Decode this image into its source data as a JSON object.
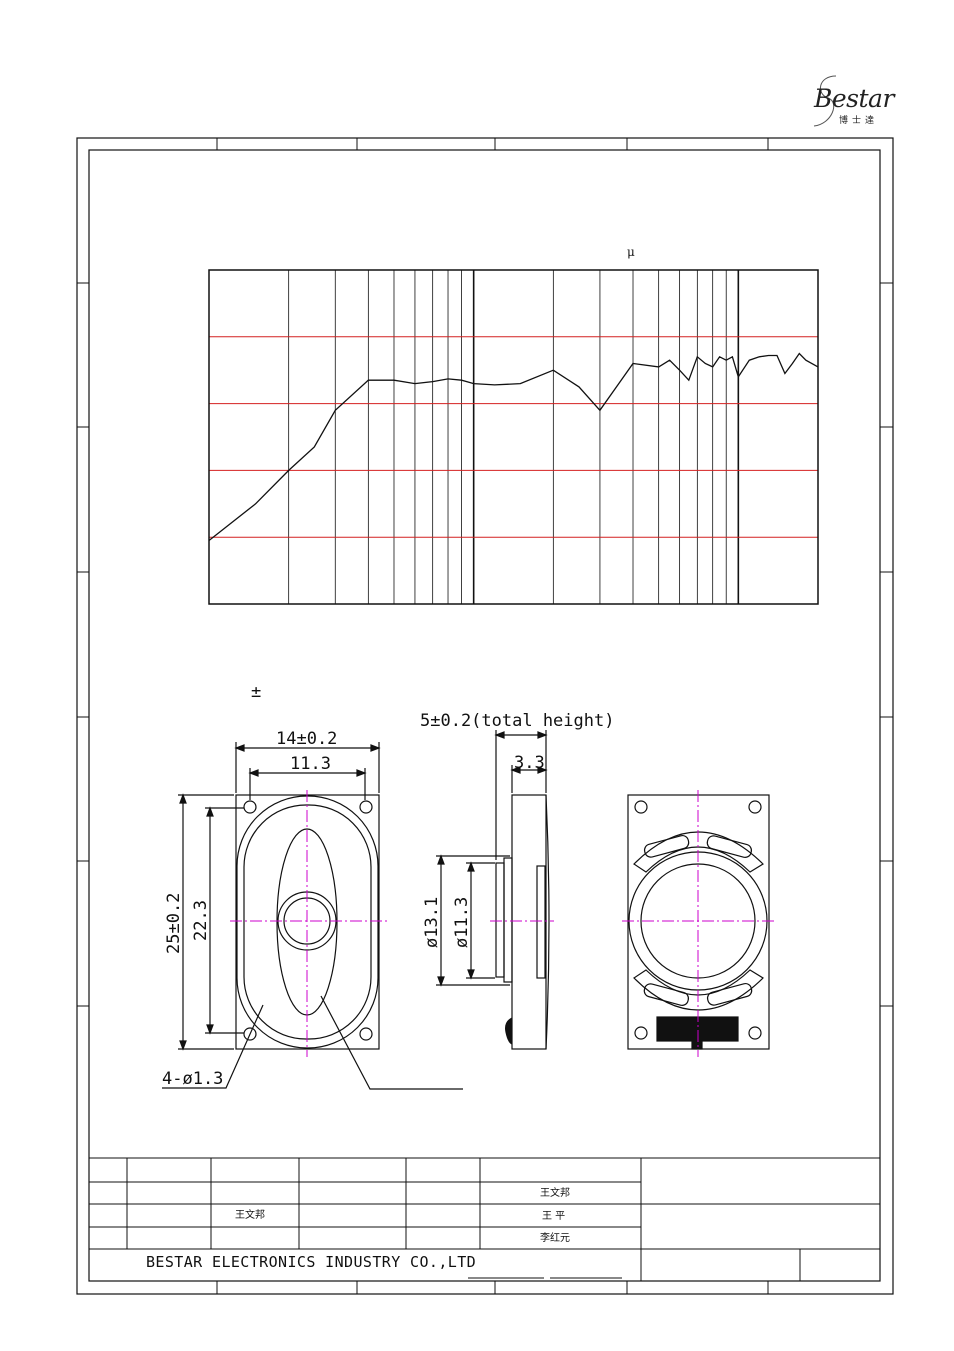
{
  "logo": {
    "brand": "Bestar",
    "brand_cn": "博士達"
  },
  "chart_data": {
    "type": "line",
    "title": "",
    "xlabel": "",
    "ylabel": "",
    "x_scale": "log",
    "xlim": [
      100,
      20000
    ],
    "ylim": [
      0,
      5
    ],
    "grid": true,
    "unit_mark": "μ",
    "series": [
      {
        "x": [
          100,
          150,
          200,
          250,
          300,
          400,
          500,
          600,
          700,
          800,
          900,
          1000,
          1200,
          1500,
          2000,
          2500,
          3000,
          4000,
          5000,
          5500,
          6000,
          6500,
          7000,
          7500,
          8000,
          8500,
          9000,
          9500,
          10000,
          11000,
          12000,
          13000,
          14000,
          15000,
          16000,
          17000,
          18000,
          20000
        ],
        "y": [
          0.95,
          1.5,
          2.0,
          2.35,
          2.9,
          3.35,
          3.35,
          3.3,
          3.33,
          3.37,
          3.35,
          3.3,
          3.28,
          3.3,
          3.5,
          3.25,
          2.9,
          3.6,
          3.55,
          3.65,
          3.5,
          3.35,
          3.7,
          3.6,
          3.55,
          3.7,
          3.65,
          3.7,
          3.4,
          3.65,
          3.7,
          3.72,
          3.72,
          3.45,
          3.6,
          3.75,
          3.65,
          3.55
        ]
      }
    ]
  },
  "dims": {
    "tol_mark": "±",
    "width_outer": "14±0.2",
    "width_inner": "11.3",
    "height_outer": "25±0.2",
    "height_inner": "22.3",
    "holes": "4-ø1.3",
    "total_height": "5±0.2(total height)",
    "depth": "3.3",
    "dia_outer": "ø13.1",
    "dia_inner": "ø11.3"
  },
  "title_block": {
    "name1": "王文邦",
    "name2": "王 平",
    "name3": "李红元",
    "name4": "王文邦",
    "company": "BESTAR ELECTRONICS INDUSTRY CO.,LTD"
  }
}
